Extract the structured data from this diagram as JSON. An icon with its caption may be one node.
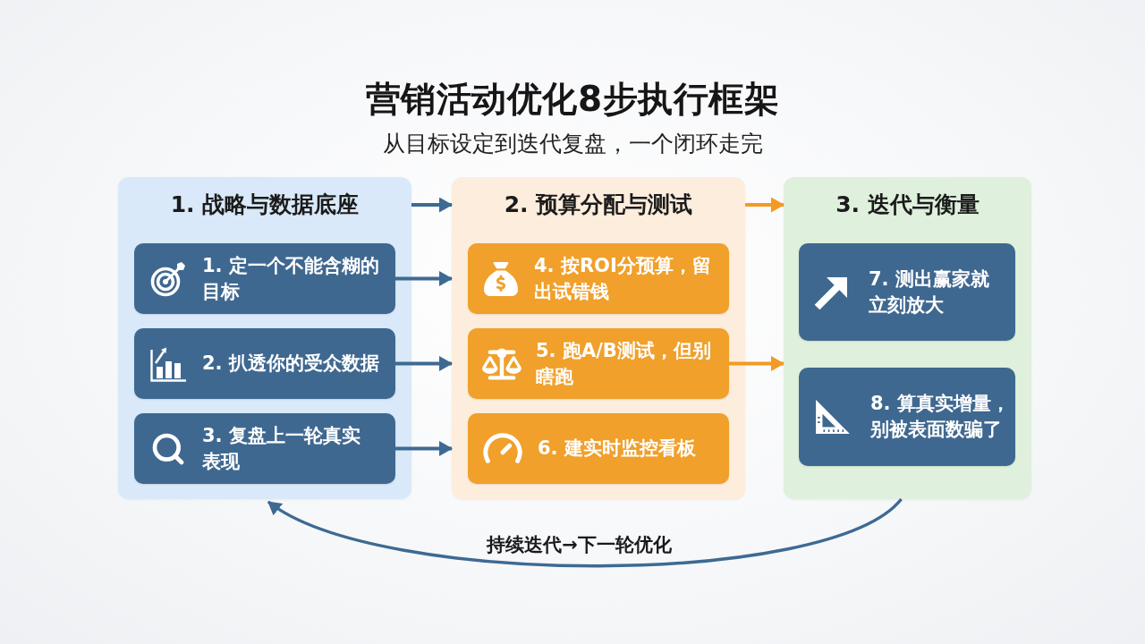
{
  "diagram": {
    "title": "营销活动优化8步执行框架",
    "nodes": [
      {
        "text": [
          "1. 战略与数据底座"
        ]
      },
      {
        "text": [
          "1. 定一个不能含糊的目标"
        ],
        "in": 0
      },
      {
        "text": [
          "2. 扒透你的受众数据"
        ],
        "in": 0
      },
      {
        "text": [
          "3. 复盘上一轮真实表现"
        ],
        "in": 0
      },
      {
        "text": [
          "2. 预算分配与测试"
        ]
      },
      {
        "text": [
          "4. 按ROI分预算，留出试错钱"
        ],
        "in": 4
      },
      {
        "text": [
          "5. 跑A/B测试，但别瞎跑"
        ],
        "in": 4
      },
      {
        "text": [
          "6. 建实时监控看板"
        ],
        "in": 4
      },
      {
        "text": [
          "3. 迭代与衡量"
        ]
      },
      {
        "text": [
          "7. 测出赢家就立刻放大"
        ],
        "in": 8
      },
      {
        "text": [
          "8. 算真实增量，别被表面数骗了"
        ],
        "in": 8
      }
    ],
    "edges": [
      {
        "from": 0,
        "to": 4,
        "arrow": "to"
      },
      {
        "from": 1,
        "to": 4,
        "arrow": "to"
      },
      {
        "from": 2,
        "to": 4,
        "arrow": "to"
      },
      {
        "from": 3,
        "to": 4,
        "arrow": "to"
      },
      {
        "from": 4,
        "to": 8,
        "arrow": "to",
        "color": "#f39a22"
      },
      {
        "from": 6,
        "to": 8,
        "arrow": "to",
        "color": "#f39a22"
      },
      {
        "from": 8,
        "to": 0,
        "arrow": "to",
        "label": "持续迭代→下一轮优化"
      }
    ],
    "labels": [
      "从目标设定到迭代复盘，一个闭环走完"
    ]
  }
}
